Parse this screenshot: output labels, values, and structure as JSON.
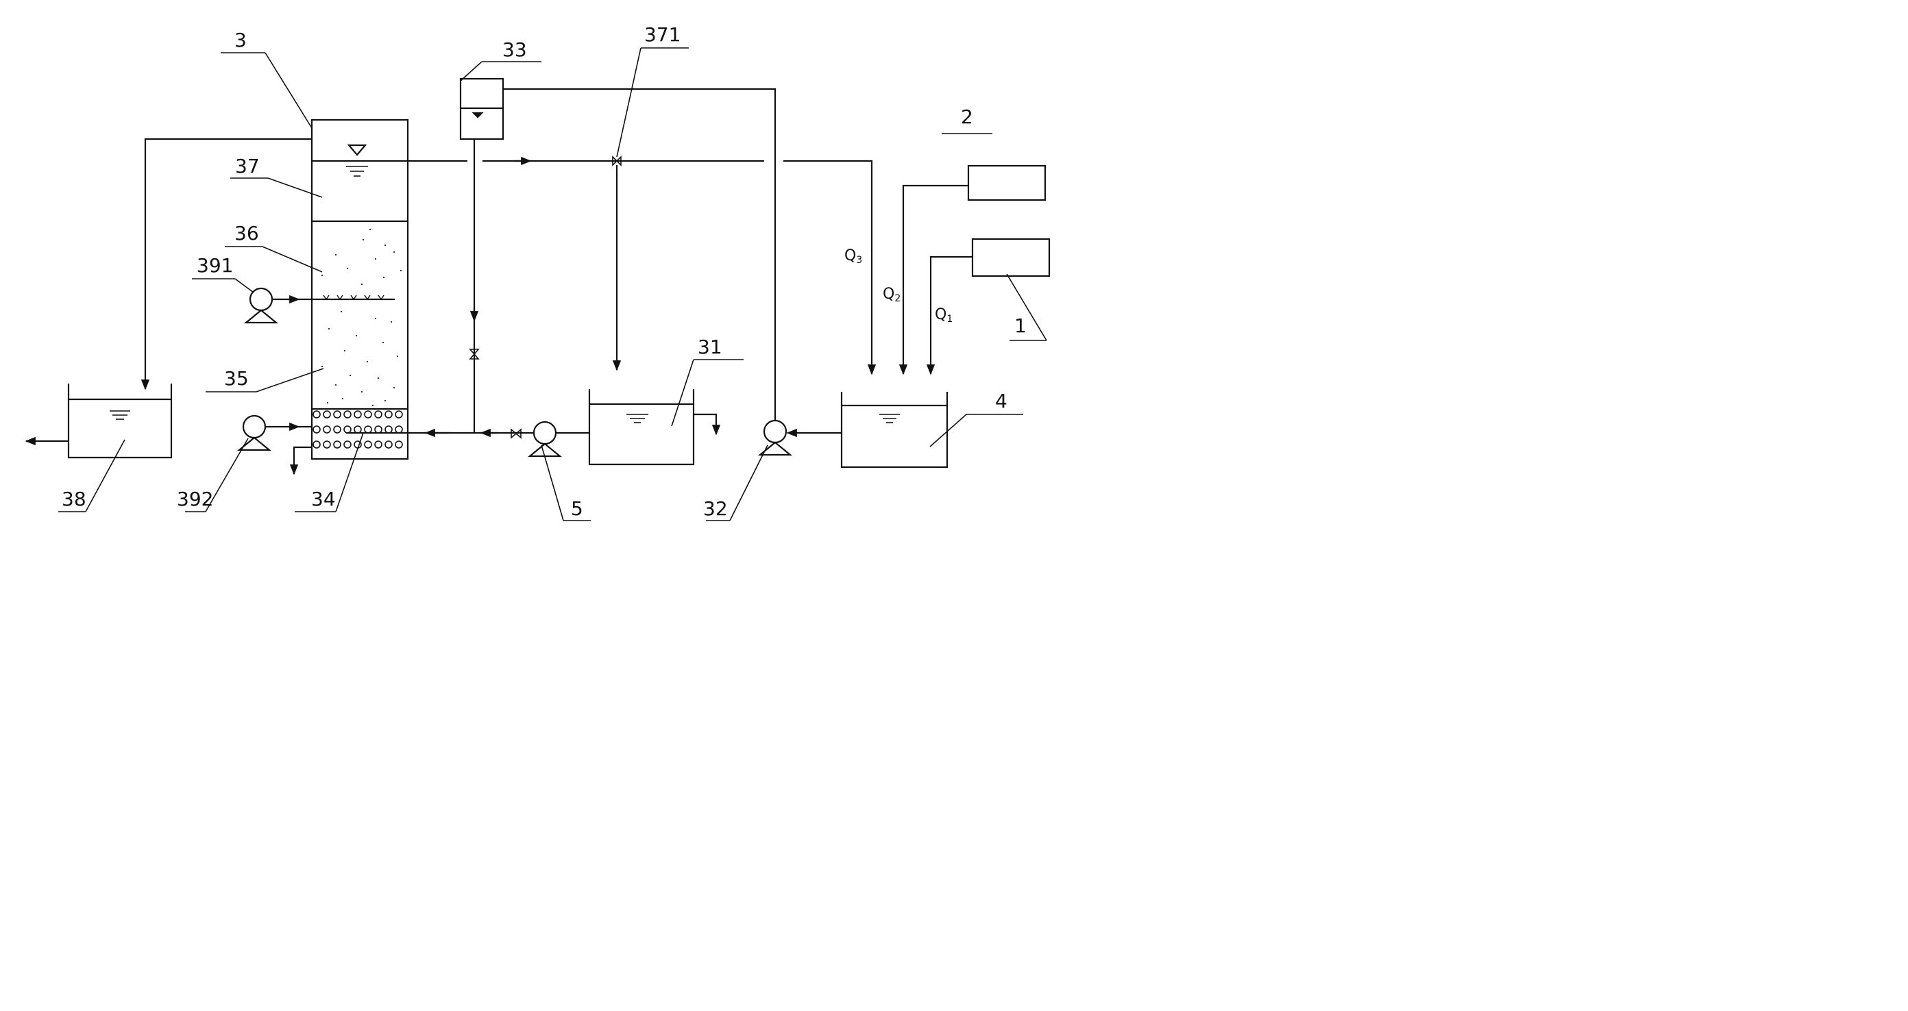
{
  "labels": {
    "n3": "3",
    "n33": "33",
    "n371": "371",
    "n2": "2",
    "n37": "37",
    "n36": "36",
    "n391": "391",
    "n35": "35",
    "n31": "31",
    "n4": "4",
    "n1": "1",
    "n38": "38",
    "n392": "392",
    "n34": "34",
    "n5": "5",
    "n32": "32"
  },
  "flows": {
    "q3_main": "Q",
    "q3_sub": "3",
    "q2_main": "Q",
    "q2_sub": "2",
    "q1_main": "Q",
    "q1_sub": "1"
  }
}
